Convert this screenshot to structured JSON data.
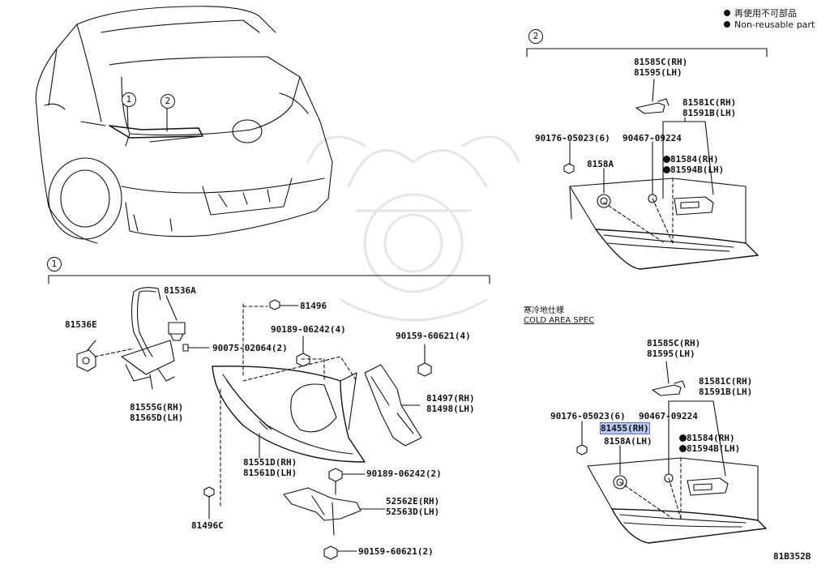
{
  "legend": {
    "line1": "再使用不可部品",
    "line2": "Non-reusable part"
  },
  "callouts": {
    "c1": "1",
    "c2": "2"
  },
  "cold_spec": {
    "jp": "寒冷地仕様",
    "en": "COLD AREA SPEC"
  },
  "diagram_code": "81B352B",
  "section2_upper": {
    "p81585": [
      "81585C(RH)",
      "81595(LH)"
    ],
    "p81581": [
      "81581C(RH)",
      "81591B(LH)"
    ],
    "p90176": "90176-05023(6)",
    "p90467": "90467-09224",
    "p8158": "8158A",
    "p81584": [
      "81584(RH)",
      "81594B(LH)"
    ]
  },
  "section2_lower": {
    "p81585": [
      "81585C(RH)",
      "81595(LH)"
    ],
    "p81581": [
      "81581C(RH)",
      "81591B(LH)"
    ],
    "p90176": "90176-05023(6)",
    "p90467": "90467-09224",
    "p81455": "81455(RH)",
    "p8158": "8158A(LH)",
    "p81584": [
      "81584(RH)",
      "81594B(LH)"
    ]
  },
  "section1": {
    "p81536A": "81536A",
    "p81536E": "81536E",
    "p81496": "81496",
    "p90075": "90075-02064(2)",
    "p90189a": "90189-06242(4)",
    "p90159a": "90159-60621(4)",
    "p81555": [
      "81555G(RH)",
      "81565D(LH)"
    ],
    "p81497": [
      "81497(RH)",
      "81498(LH)"
    ],
    "p81551": [
      "81551D(RH)",
      "81561D(LH)"
    ],
    "p90189b": "90189-06242(2)",
    "p52562": [
      "52562E(RH)",
      "52563D(LH)"
    ],
    "p81496C": "81496C",
    "p90159b": "90159-60621(2)"
  }
}
